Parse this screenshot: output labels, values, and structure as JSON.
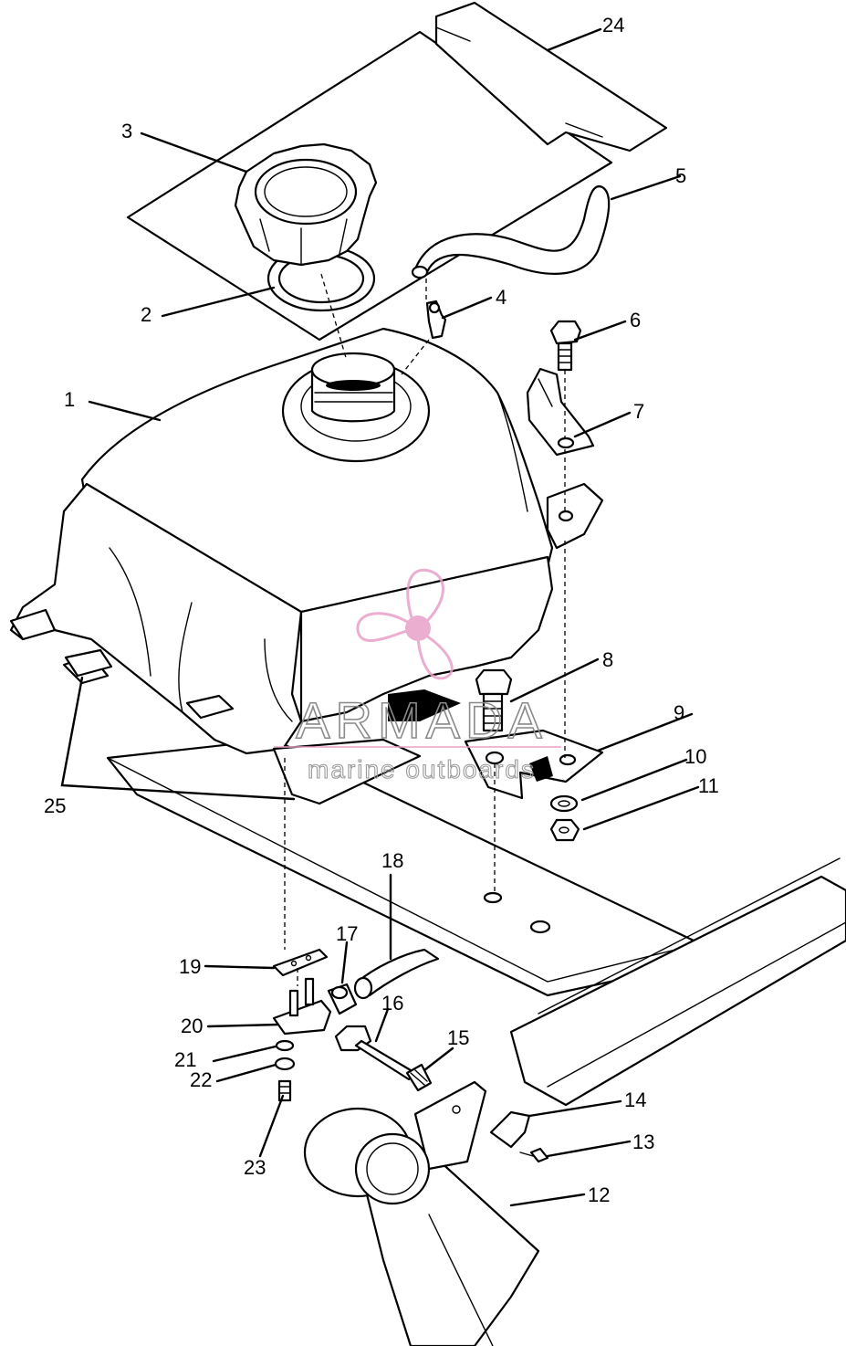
{
  "callouts": [
    {
      "id": "1",
      "label": "1"
    },
    {
      "id": "2",
      "label": "2"
    },
    {
      "id": "3",
      "label": "3"
    },
    {
      "id": "4",
      "label": "4"
    },
    {
      "id": "5",
      "label": "5"
    },
    {
      "id": "6",
      "label": "6"
    },
    {
      "id": "7",
      "label": "7"
    },
    {
      "id": "8",
      "label": "8"
    },
    {
      "id": "9",
      "label": "9"
    },
    {
      "id": "10",
      "label": "10"
    },
    {
      "id": "11",
      "label": "11"
    },
    {
      "id": "12",
      "label": "12"
    },
    {
      "id": "13",
      "label": "13"
    },
    {
      "id": "14",
      "label": "14"
    },
    {
      "id": "15",
      "label": "15"
    },
    {
      "id": "16",
      "label": "16"
    },
    {
      "id": "17",
      "label": "17"
    },
    {
      "id": "18",
      "label": "18"
    },
    {
      "id": "19",
      "label": "19"
    },
    {
      "id": "20",
      "label": "20"
    },
    {
      "id": "21",
      "label": "21"
    },
    {
      "id": "22",
      "label": "22"
    },
    {
      "id": "23",
      "label": "23"
    },
    {
      "id": "24",
      "label": "24"
    },
    {
      "id": "25",
      "label": "25"
    }
  ],
  "watermark": {
    "brand": "ARMADA",
    "tagline": "marine outboards",
    "color": "#e8a0c8",
    "text_color": "#8a8a8a"
  },
  "colors": {
    "line": "#000000",
    "background": "#ffffff"
  }
}
